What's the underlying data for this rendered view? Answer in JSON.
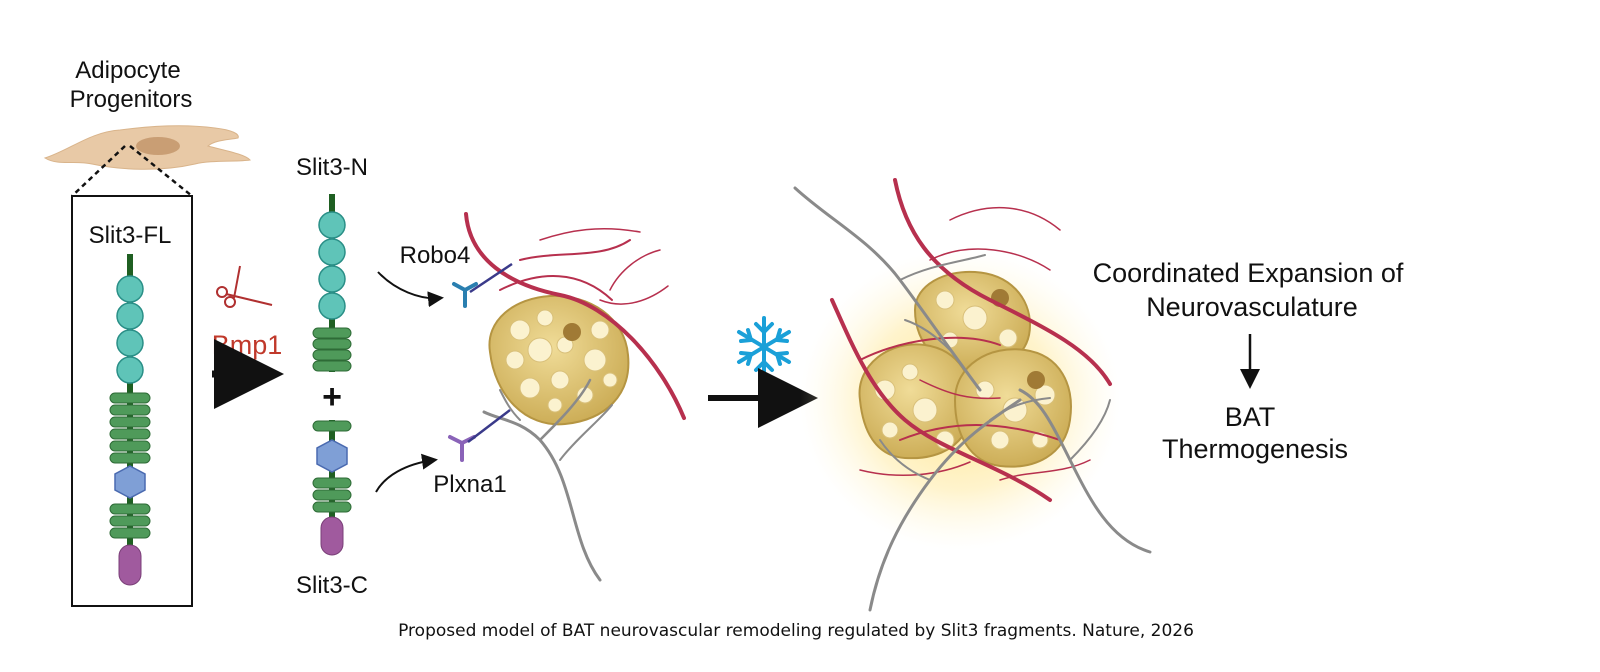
{
  "labels": {
    "progenitors_line1": "Adipocyte",
    "progenitors_line2": "Progenitors",
    "slit3_fl": "Slit3-FL",
    "bmp1": "Bmp1",
    "slit3_n": "Slit3-N",
    "plus": "+",
    "slit3_c": "Slit3-C",
    "robo4": "Robo4",
    "plxna1": "Plxna1",
    "outcome_line1": "Coordinated Expansion of",
    "outcome_line2": "Neurovasculature",
    "bat_line1": "BAT",
    "bat_line2": "Thermogenesis"
  },
  "caption": "Proposed model of BAT neurovascular remodeling regulated by Slit3 fragments. Nature, 2026",
  "icons": {
    "scissors": "scissors-icon",
    "cold": "snowflake-icon"
  },
  "colors": {
    "ig_domain": "#5fc4b8",
    "lrr_domain": "#4f9a5a",
    "egf_domain": "#7f9fd6",
    "cterm_domain": "#a05a9e",
    "backbone": "#1f5f22",
    "vessel": "#b7304e",
    "nerve": "#8a8a8a",
    "adipocyte": "#d9bf6a",
    "bmp1_text": "#c0392b",
    "snowflake": "#1aa0d8",
    "robo4_receptor": "#2a7fb0",
    "plxna1_receptor": "#8a63b8"
  }
}
